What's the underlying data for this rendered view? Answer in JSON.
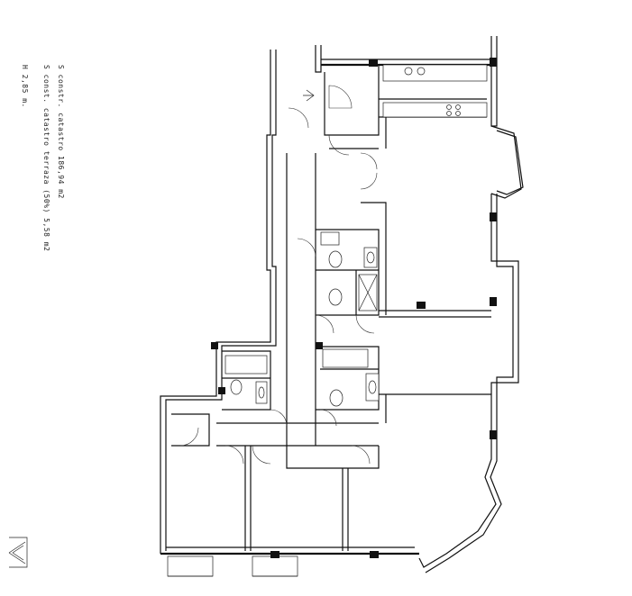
{
  "annotations": {
    "surface_built": "S constr. catastro 186,94 m2",
    "surface_terrace": "S const. catastro terraza (50%) 5,58 m2",
    "height": "H 2,85 m."
  },
  "icons": {
    "compass": "north-arrow-icon",
    "entrance": "entrance-arrow-icon"
  },
  "colors": {
    "lines": "#111111",
    "background": "#ffffff"
  }
}
